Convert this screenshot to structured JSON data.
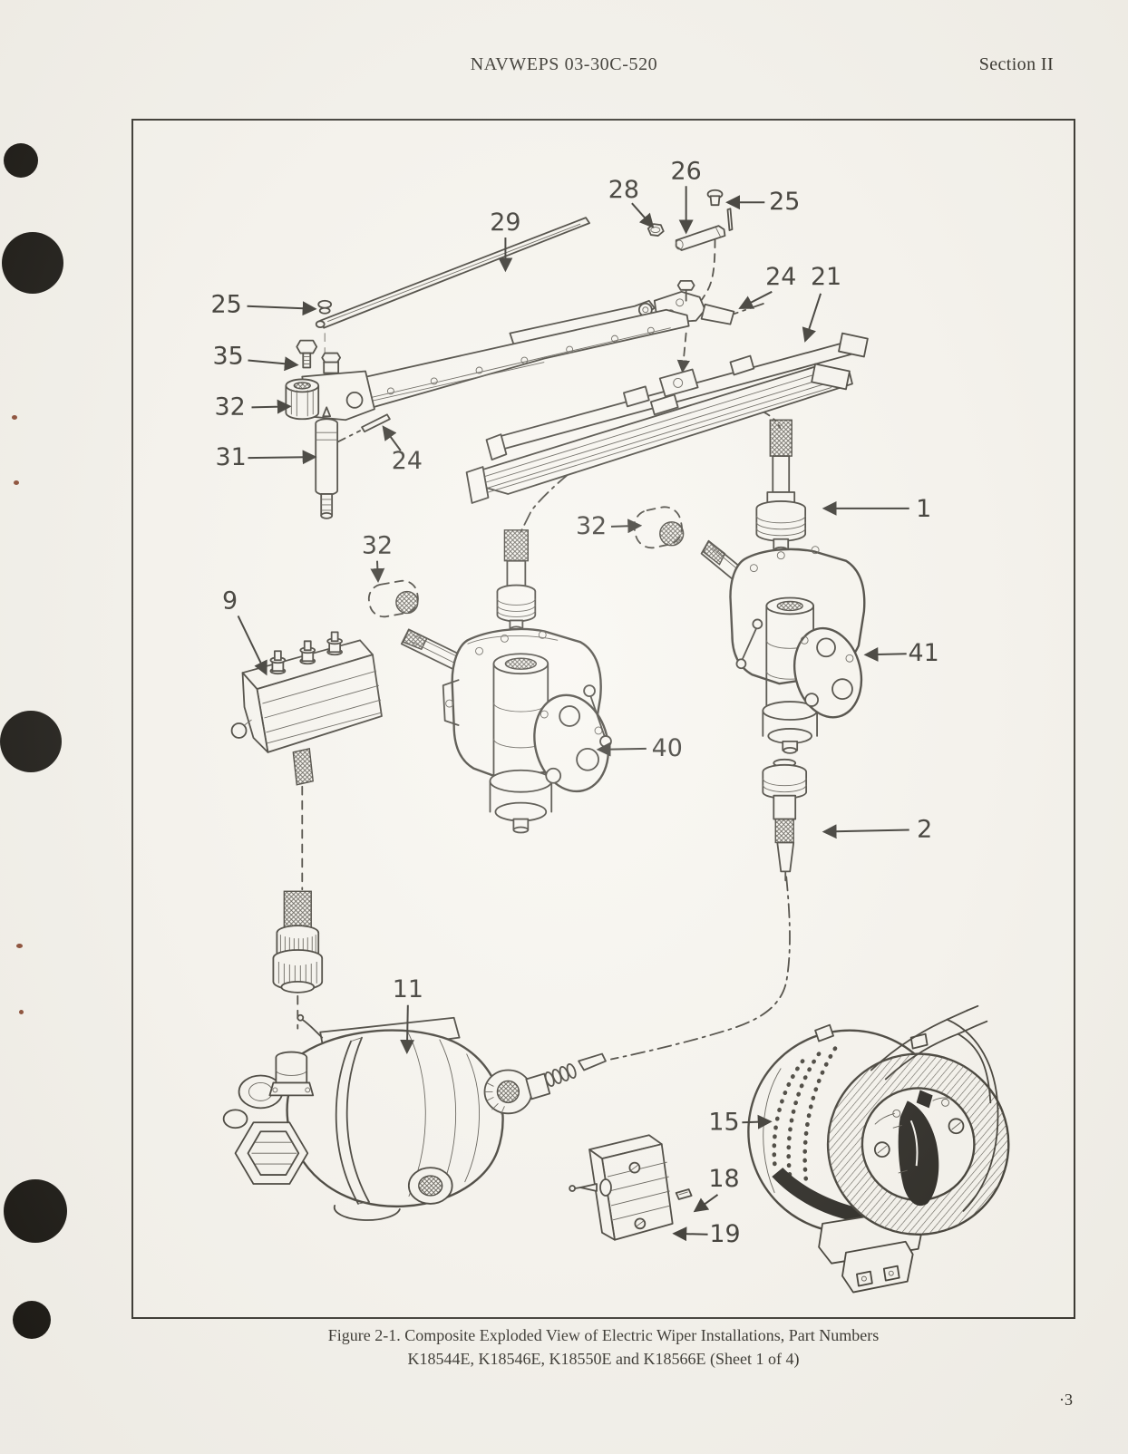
{
  "header": {
    "doc_number": "NAVWEPS 03-30C-520",
    "section": "Section II"
  },
  "figure": {
    "caption_line1": "Figure 2-1.  Composite Exploded View of Electric Wiper Installations,  Part Numbers",
    "caption_line2": "K18544E,  K18546E,  K18550E and K18566E (Sheet 1 of 4)",
    "callouts": [
      {
        "label": "26"
      },
      {
        "label": "28"
      },
      {
        "label": "25"
      },
      {
        "label": "29"
      },
      {
        "label": "24"
      },
      {
        "label": "21"
      },
      {
        "label": "25"
      },
      {
        "label": "35"
      },
      {
        "label": "32"
      },
      {
        "label": "31"
      },
      {
        "label": "24"
      },
      {
        "label": "32"
      },
      {
        "label": "1"
      },
      {
        "label": "32"
      },
      {
        "label": "9"
      },
      {
        "label": "41"
      },
      {
        "label": "40"
      },
      {
        "label": "2"
      },
      {
        "label": "11"
      },
      {
        "label": "15"
      },
      {
        "label": "18"
      },
      {
        "label": "19"
      }
    ]
  },
  "page_number": "·3",
  "colors": {
    "paper": "#f6f4ee",
    "ink": "#2d2b25",
    "hole": "#15130f"
  }
}
